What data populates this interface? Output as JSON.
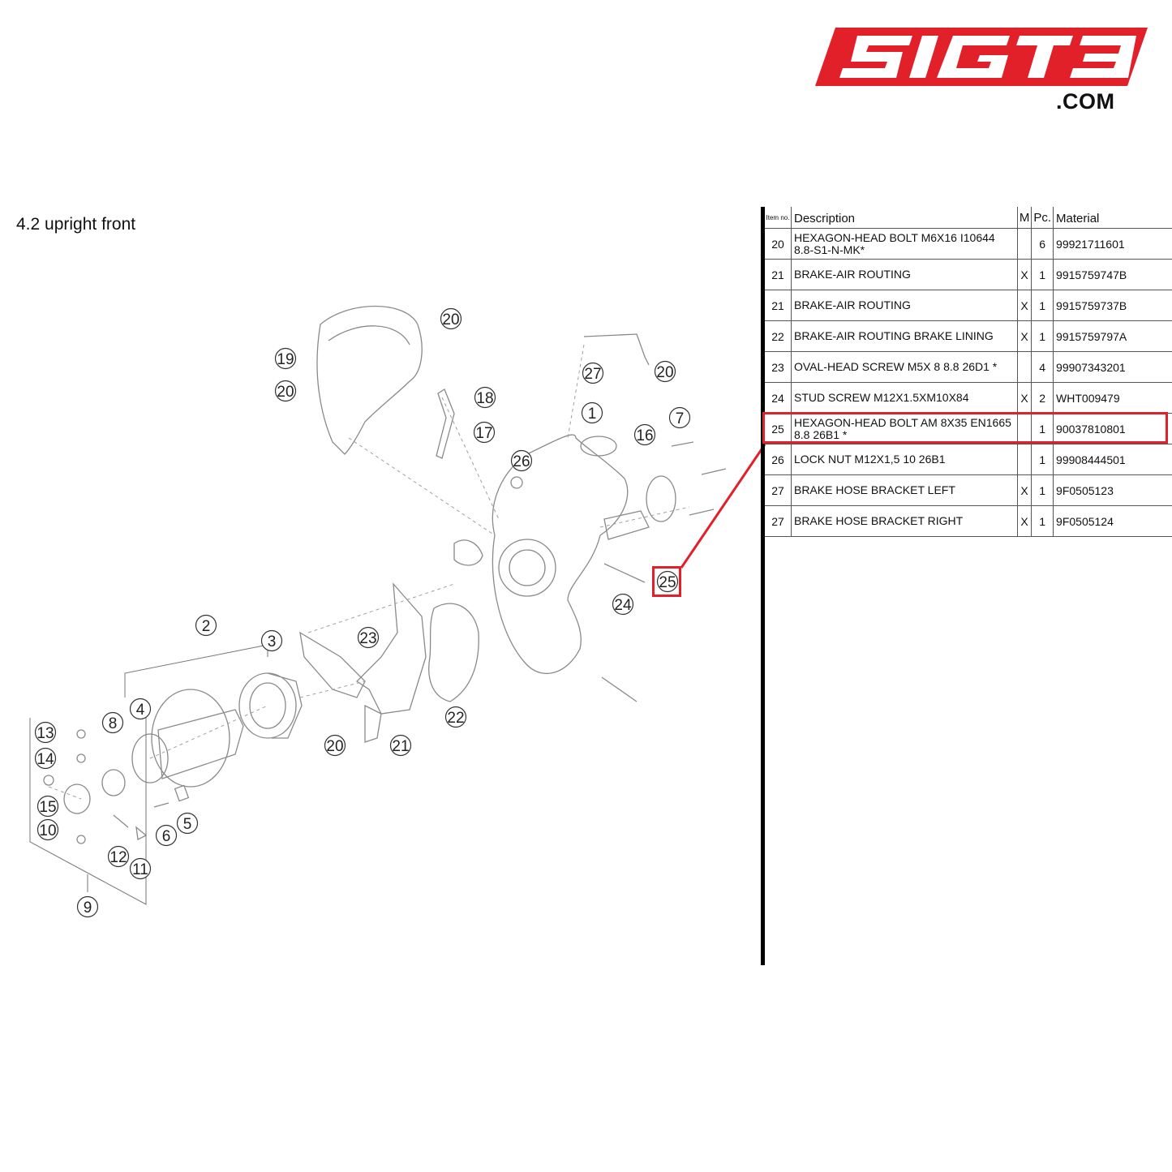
{
  "logo": {
    "brand": "SIGT3",
    "suffix": ".COM",
    "color": "#e1202a"
  },
  "section": {
    "number": "4.2",
    "title": "upright front",
    "label": "4.2  upright front"
  },
  "table": {
    "headers": {
      "item_no": "Item no.",
      "description": "Description",
      "m": "M",
      "pc": "Pc.",
      "material": "Material"
    },
    "rows": [
      {
        "no": "20",
        "description": "HEXAGON-HEAD BOLT M6X16 I10644 8.8-S1-N-MK*",
        "m": "",
        "pc": "6",
        "material": "99921711601"
      },
      {
        "no": "21",
        "description": "BRAKE-AIR ROUTING",
        "m": "X",
        "pc": "1",
        "material": "9915759747B"
      },
      {
        "no": "21",
        "description": "BRAKE-AIR ROUTING",
        "m": "X",
        "pc": "1",
        "material": "9915759737B"
      },
      {
        "no": "22",
        "description": "BRAKE-AIR ROUTING BRAKE LINING",
        "m": "X",
        "pc": "1",
        "material": "9915759797A"
      },
      {
        "no": "23",
        "description": "OVAL-HEAD SCREW M5X 8 8.8 26D1 *",
        "m": "",
        "pc": "4",
        "material": "99907343201"
      },
      {
        "no": "24",
        "description": "STUD SCREW M12X1.5XM10X84",
        "m": "X",
        "pc": "2",
        "material": "WHT009479"
      },
      {
        "no": "25",
        "description": "HEXAGON-HEAD BOLT AM 8X35 EN1665 8.8 26B1 *",
        "m": "",
        "pc": "1",
        "material": "90037810801"
      },
      {
        "no": "26",
        "description": "LOCK NUT M12X1,5 10 26B1",
        "m": "",
        "pc": "1",
        "material": "99908444501"
      },
      {
        "no": "27",
        "description": "BRAKE HOSE BRACKET LEFT",
        "m": "X",
        "pc": "1",
        "material": "9F0505123"
      },
      {
        "no": "27",
        "description": "BRAKE HOSE BRACKET RIGHT",
        "m": "X",
        "pc": "1",
        "material": "9F0505124"
      }
    ],
    "highlighted_item": "25"
  },
  "callouts": [
    "1",
    "2",
    "3",
    "4",
    "5",
    "6",
    "7",
    "8",
    "9",
    "10",
    "11",
    "12",
    "13",
    "14",
    "15",
    "16",
    "17",
    "18",
    "19",
    "20",
    "20",
    "20",
    "20",
    "21",
    "22",
    "23",
    "24",
    "25",
    "26",
    "27"
  ],
  "highlight_color": "#e1202a"
}
